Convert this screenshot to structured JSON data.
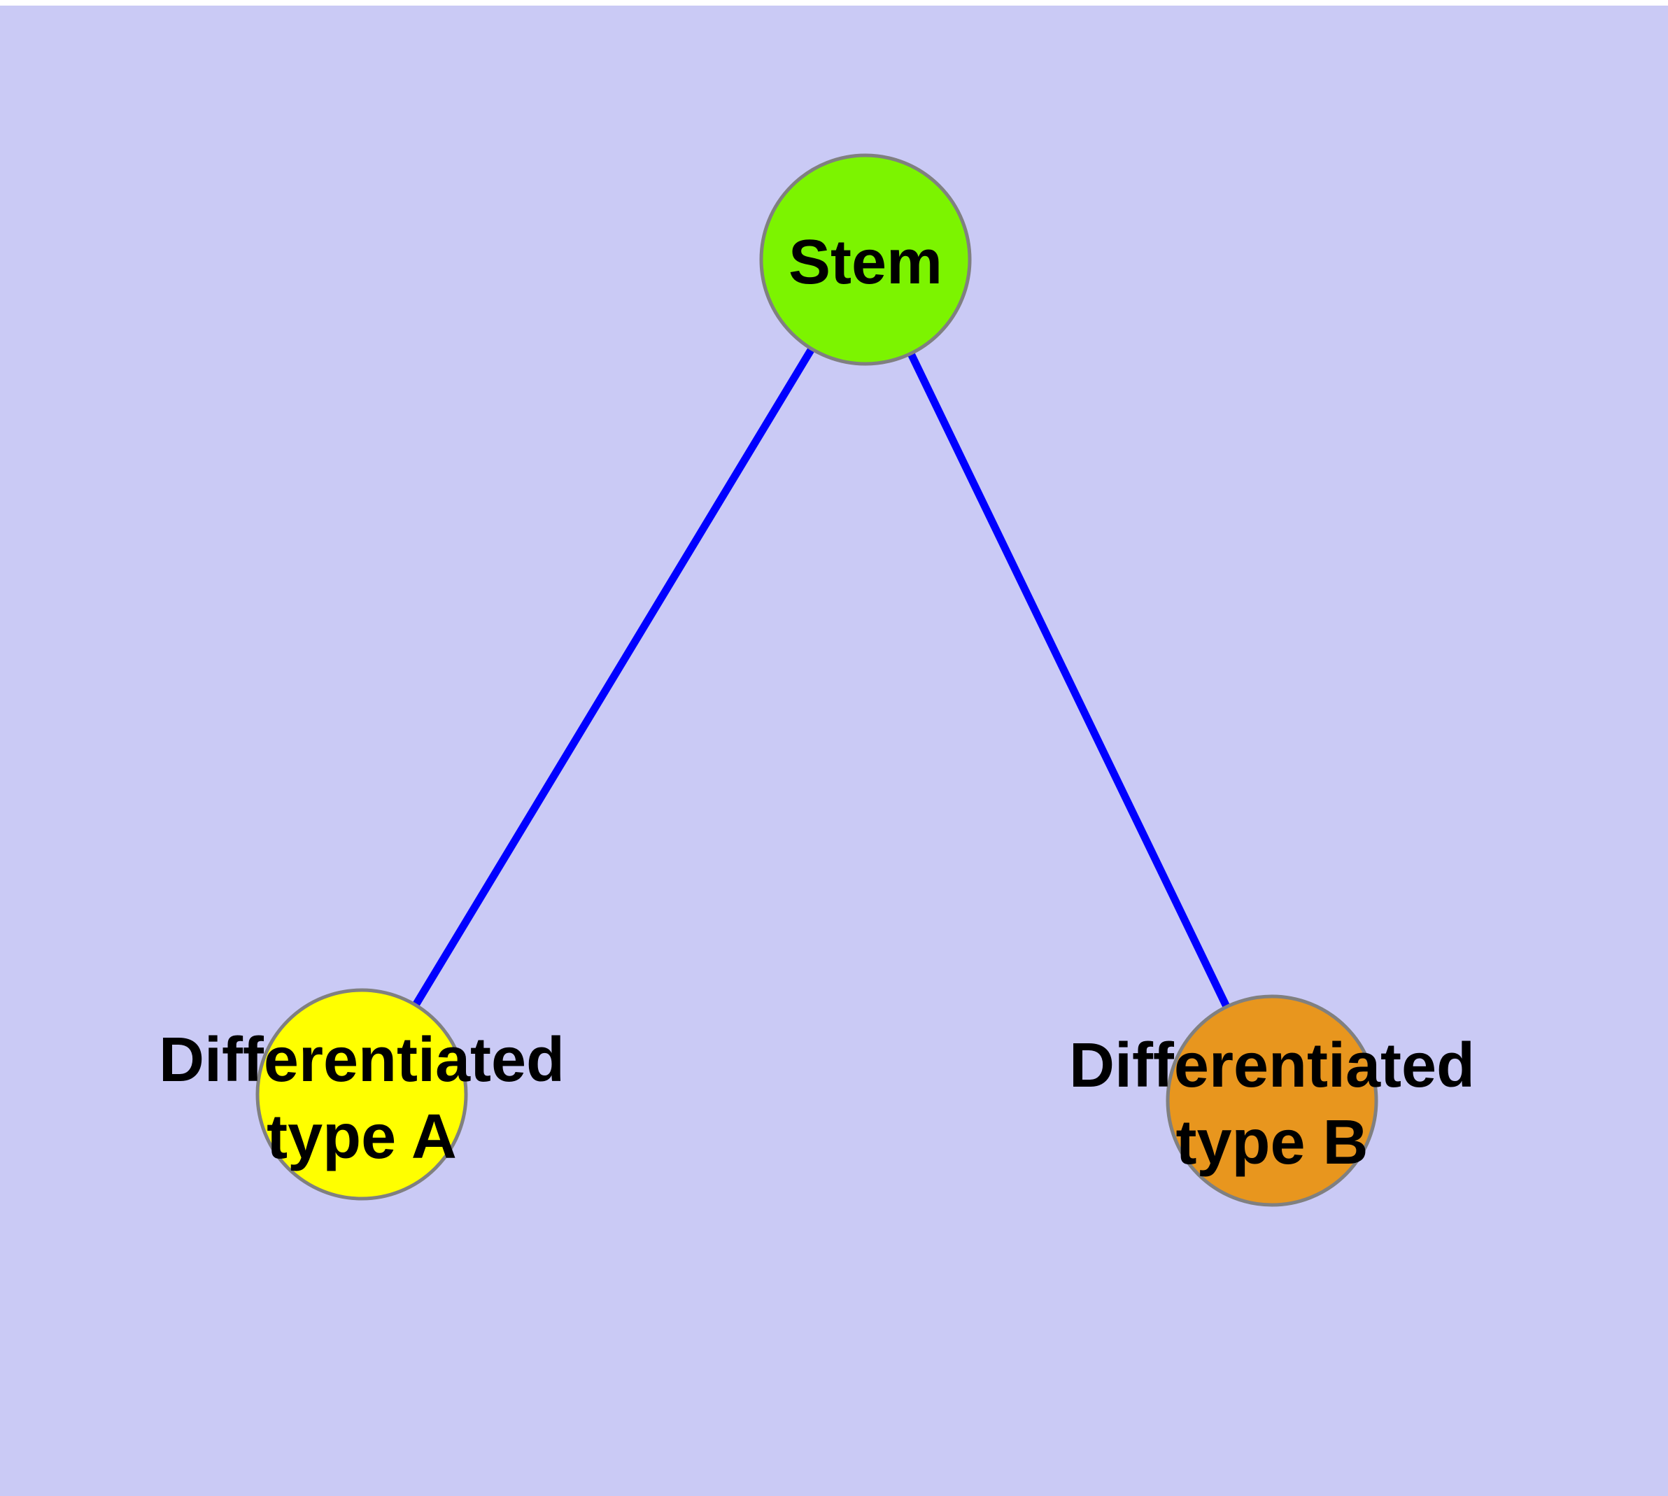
{
  "diagram": {
    "title": "",
    "background_color": "#CACAF5",
    "top_strip_color": "#FFFFFF",
    "edge_color": "#0000FF",
    "node_border_color": "#808080",
    "label_color": "#000000",
    "nodes": {
      "stem": {
        "label": "Stem",
        "color": "#7CF400"
      },
      "type_a": {
        "label_line1": "Differentiated",
        "label_line2": "type A",
        "color": "#FFFF00"
      },
      "type_b": {
        "label_line1": "Differentiated",
        "label_line2": "type B",
        "color": "#E8961E"
      }
    },
    "edges": [
      {
        "from": "Stem",
        "to": "Differentiated type A"
      },
      {
        "from": "Stem",
        "to": "Differentiated type B"
      }
    ]
  }
}
